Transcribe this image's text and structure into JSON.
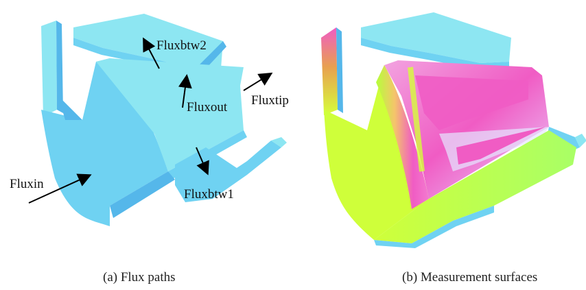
{
  "panels": [
    {
      "caption": "(a) Flux paths",
      "labels": {
        "fluxbtw2": "Fluxbtw2",
        "fluxout": "Fluxout",
        "fluxtip": "Fluxtip",
        "fluxin": "Fluxin",
        "fluxbtw1": "Fluxbtw1"
      }
    },
    {
      "caption": "(b) Measurement surfaces"
    }
  ],
  "colors": {
    "surface_light": "#8de6f2",
    "surface_mid": "#6fd2f2",
    "surface_dark": "#55b7ea",
    "magenta": "#f05cc4",
    "yellow_green": "#d6ff3a",
    "green": "#aef55a"
  }
}
